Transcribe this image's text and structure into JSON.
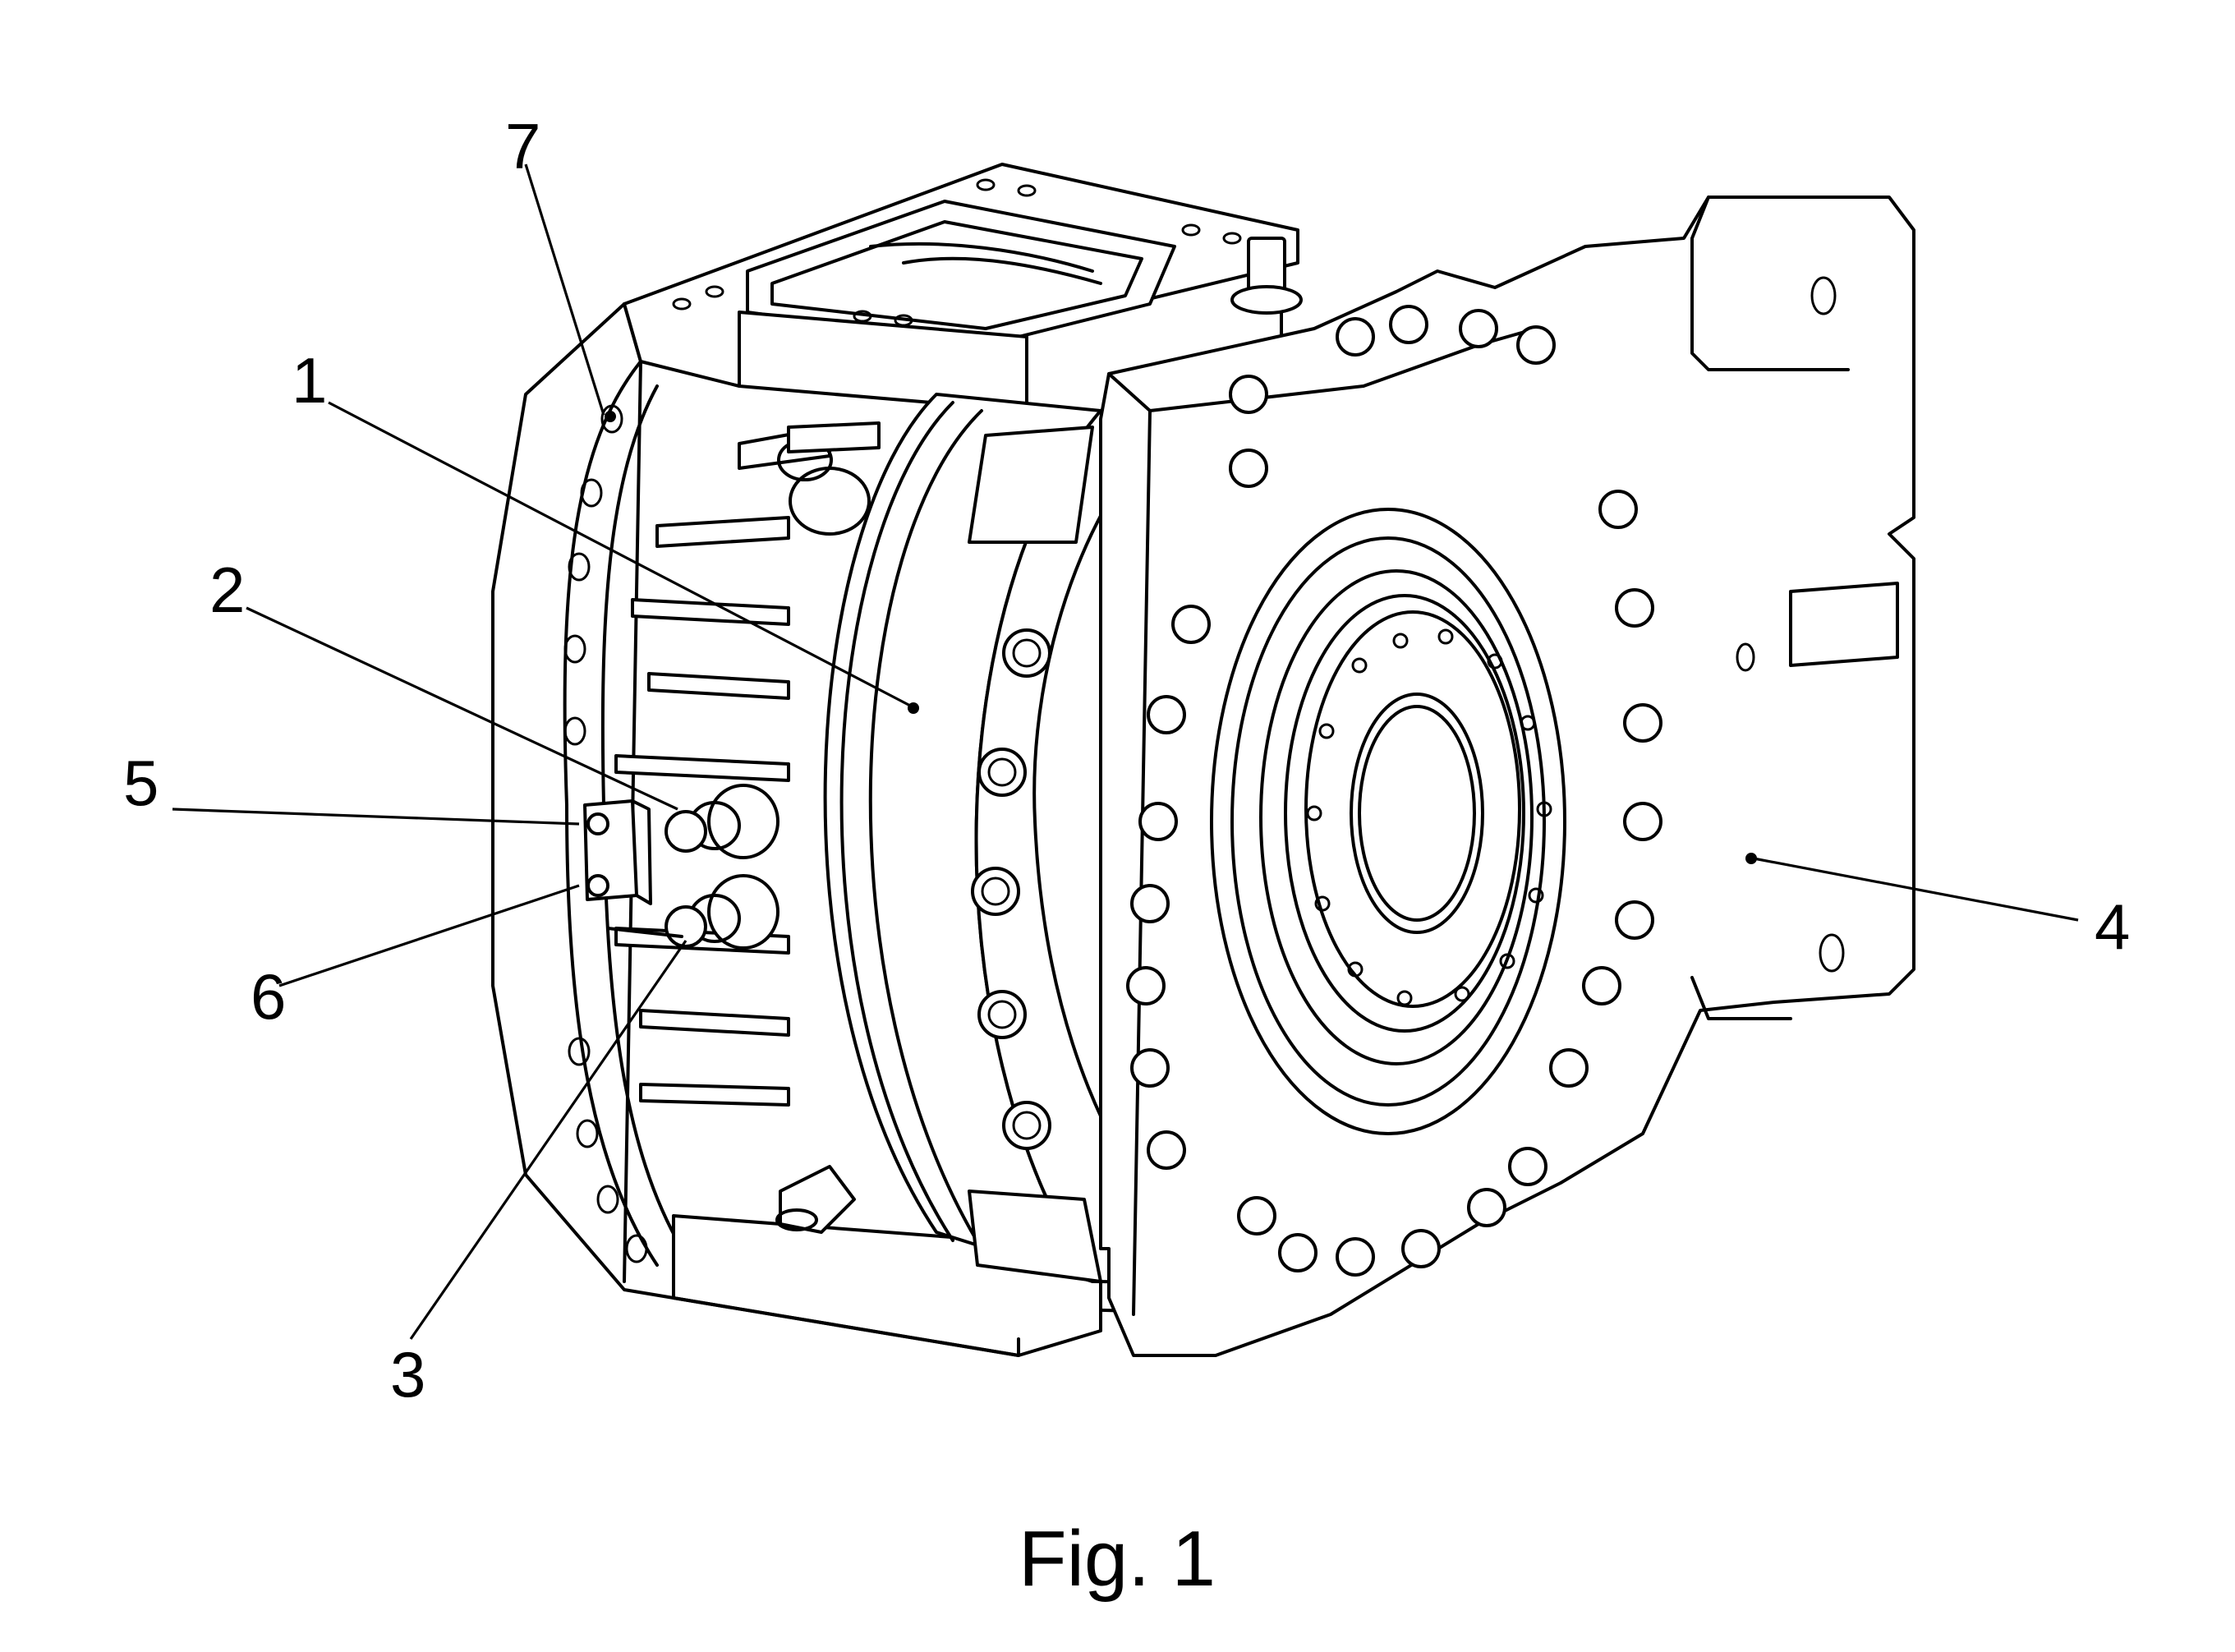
{
  "figure": {
    "caption": "Fig. 1",
    "reference_numerals": [
      {
        "id": "r1",
        "label": "1"
      },
      {
        "id": "r2",
        "label": "2"
      },
      {
        "id": "r3",
        "label": "3"
      },
      {
        "id": "r4",
        "label": "4"
      },
      {
        "id": "r5",
        "label": "5"
      },
      {
        "id": "r6",
        "label": "6"
      },
      {
        "id": "r7",
        "label": "7"
      }
    ]
  },
  "colors": {
    "line": "#000000",
    "background": "#ffffff"
  }
}
